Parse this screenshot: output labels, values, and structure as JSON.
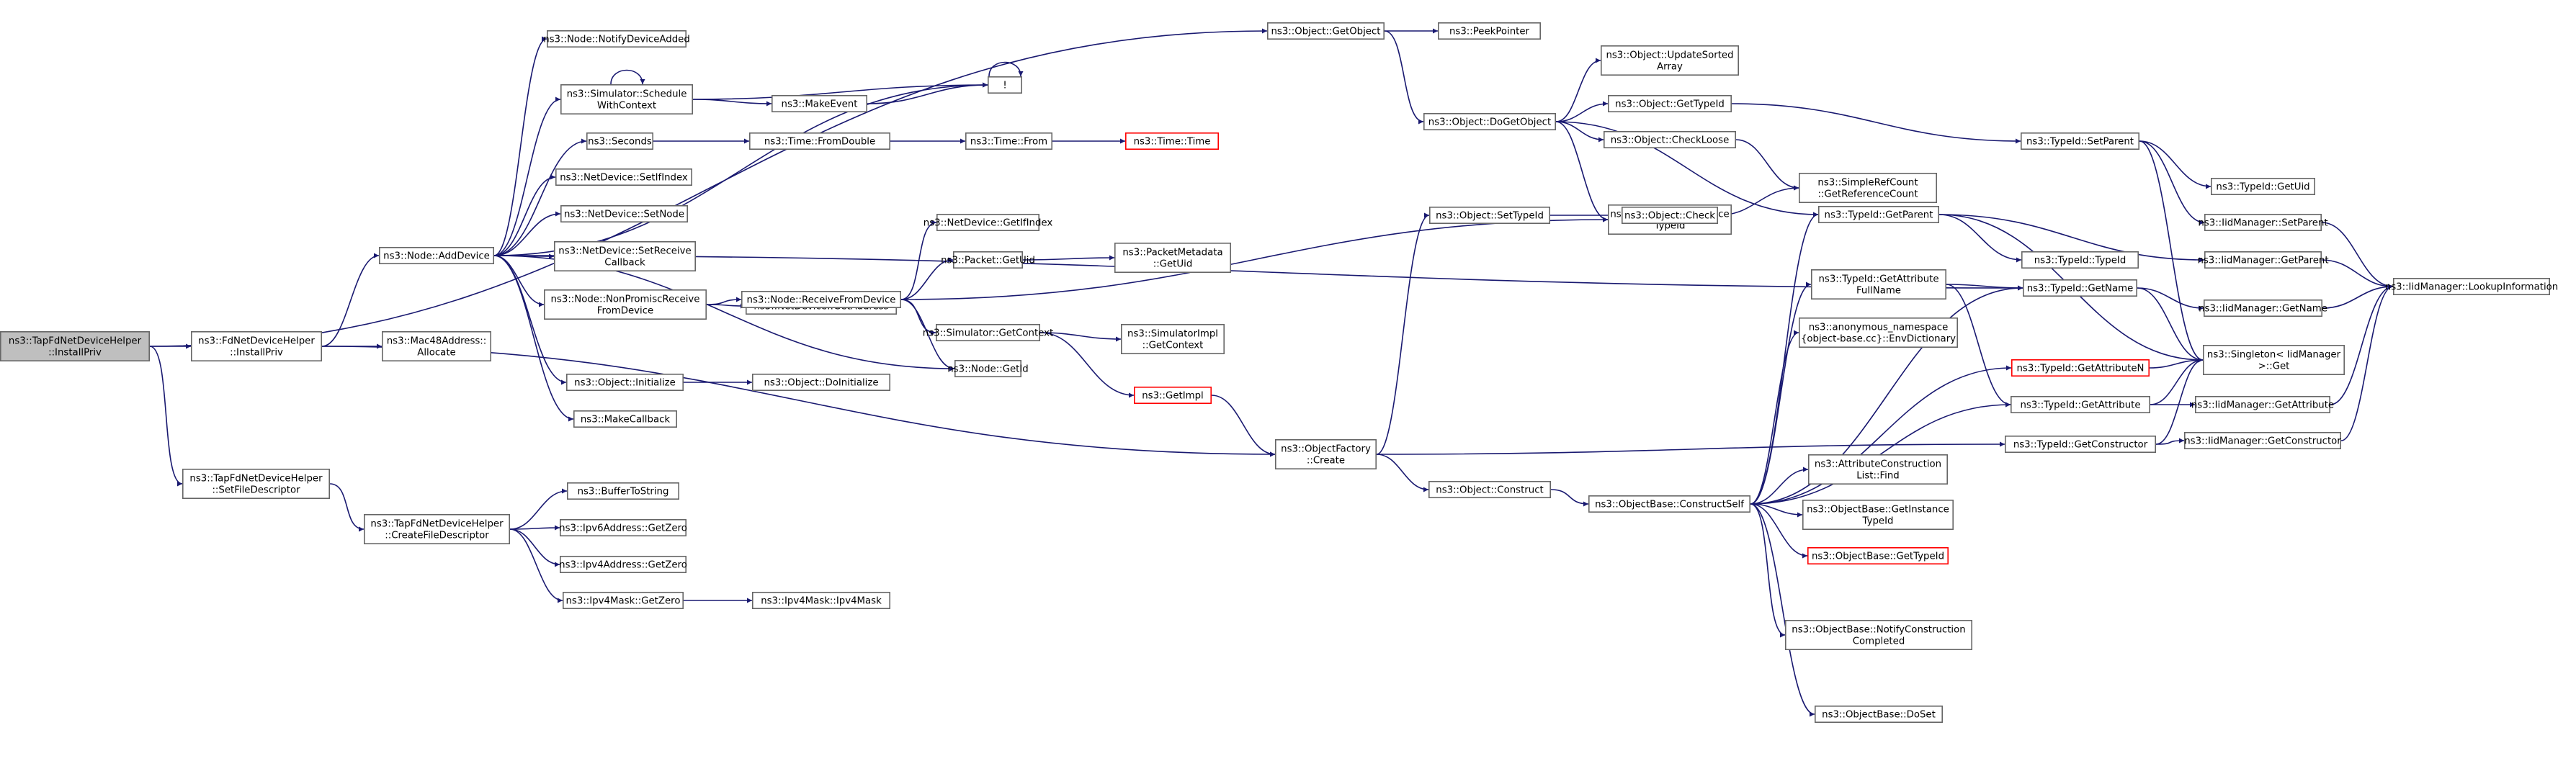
{
  "graph": {
    "root": "n_root",
    "nodes": [
      {
        "id": "n_root",
        "lines": [
          "ns3::TapFdNetDeviceHelper",
          "::InstallPriv"
        ],
        "root": true
      },
      {
        "id": "n_fdinstall",
        "lines": [
          "ns3::FdNetDeviceHelper",
          "::InstallPriv"
        ]
      },
      {
        "id": "n_setfd",
        "lines": [
          "ns3::TapFdNetDeviceHelper",
          "::SetFileDescriptor"
        ]
      },
      {
        "id": "n_createfd",
        "lines": [
          "ns3::TapFdNetDeviceHelper",
          "::CreateFileDescriptor"
        ]
      },
      {
        "id": "n_buftostr",
        "lines": [
          "ns3::BufferToString"
        ]
      },
      {
        "id": "n_ipv6zero",
        "lines": [
          "ns3::Ipv6Address::GetZero"
        ]
      },
      {
        "id": "n_ipv4zero",
        "lines": [
          "ns3::Ipv4Address::GetZero"
        ]
      },
      {
        "id": "n_maskzero",
        "lines": [
          "ns3::Ipv4Mask::GetZero"
        ]
      },
      {
        "id": "n_maskctor",
        "lines": [
          "ns3::Ipv4Mask::Ipv4Mask"
        ]
      },
      {
        "id": "n_mac48",
        "lines": [
          "ns3::Mac48Address::",
          "Allocate"
        ]
      },
      {
        "id": "n_adddev",
        "lines": [
          "ns3::Node::AddDevice"
        ]
      },
      {
        "id": "n_notify",
        "lines": [
          "ns3::Node::NotifyDeviceAdded"
        ]
      },
      {
        "id": "n_schedctx",
        "lines": [
          "ns3::Simulator::Schedule",
          "WithContext"
        ]
      },
      {
        "id": "n_makeevent",
        "lines": [
          "ns3::MakeEvent"
        ]
      },
      {
        "id": "n_bang",
        "lines": [
          "!"
        ]
      },
      {
        "id": "n_seconds",
        "lines": [
          "ns3::Seconds"
        ]
      },
      {
        "id": "n_fromdouble",
        "lines": [
          "ns3::Time::FromDouble"
        ]
      },
      {
        "id": "n_timefrom",
        "lines": [
          "ns3::Time::From"
        ]
      },
      {
        "id": "n_timetime",
        "lines": [
          "ns3::Time::Time"
        ],
        "trunc": true
      },
      {
        "id": "n_setifidx",
        "lines": [
          "ns3::NetDevice::SetIfIndex"
        ]
      },
      {
        "id": "n_setnode",
        "lines": [
          "ns3::NetDevice::SetNode"
        ]
      },
      {
        "id": "n_setrecv",
        "lines": [
          "ns3::NetDevice::SetReceive",
          "Callback"
        ]
      },
      {
        "id": "n_nonpromisc",
        "lines": [
          "ns3::Node::NonPromiscReceive",
          "FromDevice"
        ]
      },
      {
        "id": "n_objinit",
        "lines": [
          "ns3::Object::Initialize"
        ]
      },
      {
        "id": "n_doinit",
        "lines": [
          "ns3::Object::DoInitialize"
        ]
      },
      {
        "id": "n_makecb",
        "lines": [
          "ns3::MakeCallback"
        ]
      },
      {
        "id": "n_getaddr",
        "lines": [
          "ns3::NetDevice::GetAddress"
        ]
      },
      {
        "id": "n_recvfrom",
        "lines": [
          "ns3::Node::ReceiveFromDevice"
        ]
      },
      {
        "id": "n_getifidx",
        "lines": [
          "ns3::NetDevice::GetIfIndex"
        ]
      },
      {
        "id": "n_pktuid",
        "lines": [
          "ns3::Packet::GetUid"
        ]
      },
      {
        "id": "n_pktmeta",
        "lines": [
          "ns3::PacketMetadata",
          "::GetUid"
        ]
      },
      {
        "id": "n_simgetctx",
        "lines": [
          "ns3::Simulator::GetContext"
        ]
      },
      {
        "id": "n_simimplctx",
        "lines": [
          "ns3::SimulatorImpl",
          "::GetContext"
        ]
      },
      {
        "id": "n_getimpl",
        "lines": [
          "ns3::GetImpl"
        ],
        "trunc": true
      },
      {
        "id": "n_nodegetid",
        "lines": [
          "ns3::Node::GetId"
        ]
      },
      {
        "id": "n_objfactory",
        "lines": [
          "ns3::ObjectFactory",
          "::Create"
        ]
      },
      {
        "id": "n_getobject",
        "lines": [
          "ns3::Object::GetObject"
        ]
      },
      {
        "id": "n_peekptr",
        "lines": [
          "ns3::PeekPointer"
        ]
      },
      {
        "id": "n_dogetobject",
        "lines": [
          "ns3::Object::DoGetObject"
        ]
      },
      {
        "id": "n_updsorted",
        "lines": [
          "ns3::Object::UpdateSorted",
          "Array"
        ]
      },
      {
        "id": "n_objgettid",
        "lines": [
          "ns3::Object::GetTypeId"
        ]
      },
      {
        "id": "n_checkloose",
        "lines": [
          "ns3::Object::CheckLoose"
        ]
      },
      {
        "id": "n_getinsttid",
        "lines": [
          "ns3::Object::GetInstance",
          "TypeId"
        ]
      },
      {
        "id": "n_refcount",
        "lines": [
          "ns3::SimpleRefCount",
          "::GetReferenceCount"
        ]
      },
      {
        "id": "n_objsettid",
        "lines": [
          "ns3::Object::SetTypeId"
        ]
      },
      {
        "id": "n_objcheck",
        "lines": [
          "ns3::Object::Check"
        ]
      },
      {
        "id": "n_objconstruct",
        "lines": [
          "ns3::Object::Construct"
        ]
      },
      {
        "id": "n_constructself",
        "lines": [
          "ns3::ObjectBase::ConstructSelf"
        ]
      },
      {
        "id": "n_tidgetparent",
        "lines": [
          "ns3::TypeId::GetParent"
        ]
      },
      {
        "id": "n_tidgetattrfull",
        "lines": [
          "ns3::TypeId::GetAttribute",
          "FullName"
        ]
      },
      {
        "id": "n_anonenv",
        "lines": [
          "ns3::anonymous_namespace",
          "{object-base.cc}::EnvDictionary"
        ]
      },
      {
        "id": "n_attrfind",
        "lines": [
          "ns3::AttributeConstruction",
          "List::Find"
        ]
      },
      {
        "id": "n_obgetinst",
        "lines": [
          "ns3::ObjectBase::GetInstance",
          "TypeId"
        ]
      },
      {
        "id": "n_obgettid",
        "lines": [
          "ns3::ObjectBase::GetTypeId"
        ],
        "trunc": true
      },
      {
        "id": "n_notifyconstr",
        "lines": [
          "ns3::ObjectBase::NotifyConstruction",
          "Completed"
        ]
      },
      {
        "id": "n_doset",
        "lines": [
          "ns3::ObjectBase::DoSet"
        ]
      },
      {
        "id": "n_tidsetparent",
        "lines": [
          "ns3::TypeId::SetParent"
        ]
      },
      {
        "id": "n_tidgetuid",
        "lines": [
          "ns3::TypeId::GetUid"
        ]
      },
      {
        "id": "n_iidsetparent",
        "lines": [
          "ns3::IidManager::SetParent"
        ]
      },
      {
        "id": "n_tidtid",
        "lines": [
          "ns3::TypeId::TypeId"
        ]
      },
      {
        "id": "n_iidgetparent",
        "lines": [
          "ns3::IidManager::GetParent"
        ]
      },
      {
        "id": "n_tidgetname",
        "lines": [
          "ns3::TypeId::GetName"
        ]
      },
      {
        "id": "n_iidgetname",
        "lines": [
          "ns3::IidManager::GetName"
        ]
      },
      {
        "id": "n_tidgetattrn",
        "lines": [
          "ns3::TypeId::GetAttributeN"
        ],
        "trunc": true
      },
      {
        "id": "n_singleton",
        "lines": [
          "ns3::Singleton< IidManager",
          ">::Get"
        ]
      },
      {
        "id": "n_tidgetattr",
        "lines": [
          "ns3::TypeId::GetAttribute"
        ]
      },
      {
        "id": "n_iidgetattr",
        "lines": [
          "ns3::IidManager::GetAttribute"
        ]
      },
      {
        "id": "n_tidgetctor",
        "lines": [
          "ns3::TypeId::GetConstructor"
        ]
      },
      {
        "id": "n_iidgetctor",
        "lines": [
          "ns3::IidManager::GetConstructor"
        ]
      },
      {
        "id": "n_iidlookup",
        "lines": [
          "ns3::IidManager::LookupInformation"
        ]
      }
    ],
    "edges": [
      [
        "n_root",
        "n_fdinstall"
      ],
      [
        "n_root",
        "n_setfd"
      ],
      [
        "n_root",
        "n_getobject"
      ],
      [
        "n_fdinstall",
        "n_mac48"
      ],
      [
        "n_fdinstall",
        "n_adddev"
      ],
      [
        "n_fdinstall",
        "n_objfactory"
      ],
      [
        "n_setfd",
        "n_createfd"
      ],
      [
        "n_createfd",
        "n_buftostr"
      ],
      [
        "n_createfd",
        "n_ipv6zero"
      ],
      [
        "n_createfd",
        "n_ipv4zero"
      ],
      [
        "n_createfd",
        "n_maskzero"
      ],
      [
        "n_maskzero",
        "n_maskctor"
      ],
      [
        "n_adddev",
        "n_notify"
      ],
      [
        "n_adddev",
        "n_schedctx"
      ],
      [
        "n_adddev",
        "n_seconds"
      ],
      [
        "n_adddev",
        "n_setifidx"
      ],
      [
        "n_adddev",
        "n_setnode"
      ],
      [
        "n_adddev",
        "n_setrecv"
      ],
      [
        "n_adddev",
        "n_nonpromisc"
      ],
      [
        "n_adddev",
        "n_objinit"
      ],
      [
        "n_adddev",
        "n_makecb"
      ],
      [
        "n_adddev",
        "n_nodegetid"
      ],
      [
        "n_adddev",
        "n_bang"
      ],
      [
        "n_adddev",
        "n_tidgetname"
      ],
      [
        "n_schedctx",
        "n_schedctx"
      ],
      [
        "n_schedctx",
        "n_makeevent"
      ],
      [
        "n_schedctx",
        "n_bang"
      ],
      [
        "n_makeevent",
        "n_bang"
      ],
      [
        "n_bang",
        "n_bang"
      ],
      [
        "n_seconds",
        "n_fromdouble"
      ],
      [
        "n_fromdouble",
        "n_timefrom"
      ],
      [
        "n_timefrom",
        "n_timetime"
      ],
      [
        "n_nonpromisc",
        "n_getaddr"
      ],
      [
        "n_nonpromisc",
        "n_recvfrom"
      ],
      [
        "n_objinit",
        "n_doinit"
      ],
      [
        "n_recvfrom",
        "n_getifidx"
      ],
      [
        "n_recvfrom",
        "n_pktuid"
      ],
      [
        "n_recvfrom",
        "n_simgetctx"
      ],
      [
        "n_recvfrom",
        "n_nodegetid"
      ],
      [
        "n_recvfrom",
        "n_getinsttid"
      ],
      [
        "n_pktuid",
        "n_pktmeta"
      ],
      [
        "n_simgetctx",
        "n_simimplctx"
      ],
      [
        "n_simgetctx",
        "n_getimpl"
      ],
      [
        "n_getimpl",
        "n_objfactory"
      ],
      [
        "n_objfactory",
        "n_objsettid"
      ],
      [
        "n_objfactory",
        "n_objconstruct"
      ],
      [
        "n_objfactory",
        "n_tidgetctor"
      ],
      [
        "n_getobject",
        "n_peekptr"
      ],
      [
        "n_getobject",
        "n_dogetobject"
      ],
      [
        "n_dogetobject",
        "n_updsorted"
      ],
      [
        "n_dogetobject",
        "n_objgettid"
      ],
      [
        "n_dogetobject",
        "n_checkloose"
      ],
      [
        "n_dogetobject",
        "n_getinsttid"
      ],
      [
        "n_dogetobject",
        "n_tidgetparent"
      ],
      [
        "n_objgettid",
        "n_tidsetparent"
      ],
      [
        "n_checkloose",
        "n_refcount"
      ],
      [
        "n_objsettid",
        "n_objcheck"
      ],
      [
        "n_objcheck",
        "n_refcount"
      ],
      [
        "n_objconstruct",
        "n_constructself"
      ],
      [
        "n_constructself",
        "n_tidgetparent"
      ],
      [
        "n_constructself",
        "n_tidgetattrfull"
      ],
      [
        "n_constructself",
        "n_anonenv"
      ],
      [
        "n_constructself",
        "n_attrfind"
      ],
      [
        "n_constructself",
        "n_obgetinst"
      ],
      [
        "n_constructself",
        "n_obgettid"
      ],
      [
        "n_constructself",
        "n_notifyconstr"
      ],
      [
        "n_constructself",
        "n_doset"
      ],
      [
        "n_constructself",
        "n_tidgetattrn"
      ],
      [
        "n_constructself",
        "n_tidgetattr"
      ],
      [
        "n_constructself",
        "n_tidgetname"
      ],
      [
        "n_tidgetparent",
        "n_tidtid"
      ],
      [
        "n_tidgetparent",
        "n_iidgetparent"
      ],
      [
        "n_tidgetparent",
        "n_singleton"
      ],
      [
        "n_tidgetattrfull",
        "n_tidgetname"
      ],
      [
        "n_tidgetattrfull",
        "n_tidgetattr"
      ],
      [
        "n_tidsetparent",
        "n_tidgetuid"
      ],
      [
        "n_tidsetparent",
        "n_iidsetparent"
      ],
      [
        "n_tidsetparent",
        "n_singleton"
      ],
      [
        "n_iidsetparent",
        "n_iidlookup"
      ],
      [
        "n_iidgetparent",
        "n_iidlookup"
      ],
      [
        "n_tidgetname",
        "n_iidgetname"
      ],
      [
        "n_tidgetname",
        "n_singleton"
      ],
      [
        "n_iidgetname",
        "n_iidlookup"
      ],
      [
        "n_tidgetattrn",
        "n_singleton"
      ],
      [
        "n_tidgetattr",
        "n_singleton"
      ],
      [
        "n_tidgetattr",
        "n_iidgetattr"
      ],
      [
        "n_iidgetattr",
        "n_iidlookup"
      ],
      [
        "n_tidgetctor",
        "n_singleton"
      ],
      [
        "n_tidgetctor",
        "n_iidgetctor"
      ],
      [
        "n_iidgetctor",
        "n_iidlookup"
      ]
    ]
  },
  "colors": {
    "edge": "#191970",
    "node_border": "#666666",
    "root_fill": "#bfbfbf",
    "truncated_border": "#ff0000"
  }
}
